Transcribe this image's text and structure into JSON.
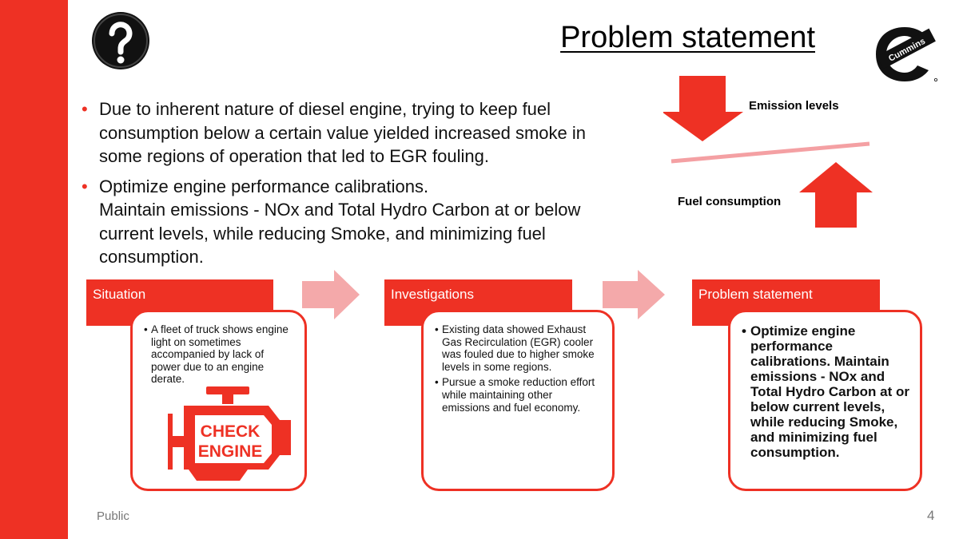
{
  "slide": {
    "title": "Problem statement",
    "question_icon": "question-mark-icon",
    "logo": {
      "text": "Cummins",
      "icon": "cummins-logo"
    },
    "accent_color": "#ee3124",
    "bullets": [
      "Due to inherent nature of diesel engine, trying to keep fuel consumption below a certain value yielded increased smoke in some regions of operation that led to EGR fouling.",
      "Optimize engine performance calibrations.",
      "Maintain emissions - NOx and Total Hydro Carbon at or below current levels, while reducing Smoke, and minimizing fuel consumption."
    ],
    "tradeoff": {
      "emission_label": "Emission levels",
      "fuel_label": "Fuel consumption",
      "emission_direction": "down",
      "fuel_direction": "up"
    },
    "stages": [
      {
        "header": "Situation",
        "items": [
          "A fleet of truck shows engine light on sometimes accompanied by lack of power due to an engine derate."
        ],
        "icon": "check-engine-icon",
        "icon_text": [
          "CHECK",
          "ENGINE"
        ]
      },
      {
        "header": "Investigations",
        "items": [
          "Existing data showed Exhaust Gas Recirculation (EGR) cooler was fouled due to higher smoke levels in some regions.",
          "Pursue a smoke reduction effort while maintaining other emissions and fuel economy."
        ]
      },
      {
        "header": "Problem statement",
        "items": [
          "Optimize engine performance calibrations. Maintain emissions - NOx and Total Hydro Carbon at or below current levels, while reducing Smoke, and minimizing fuel consumption."
        ]
      }
    ],
    "footer": {
      "label": "Public",
      "page_number": "4"
    }
  }
}
